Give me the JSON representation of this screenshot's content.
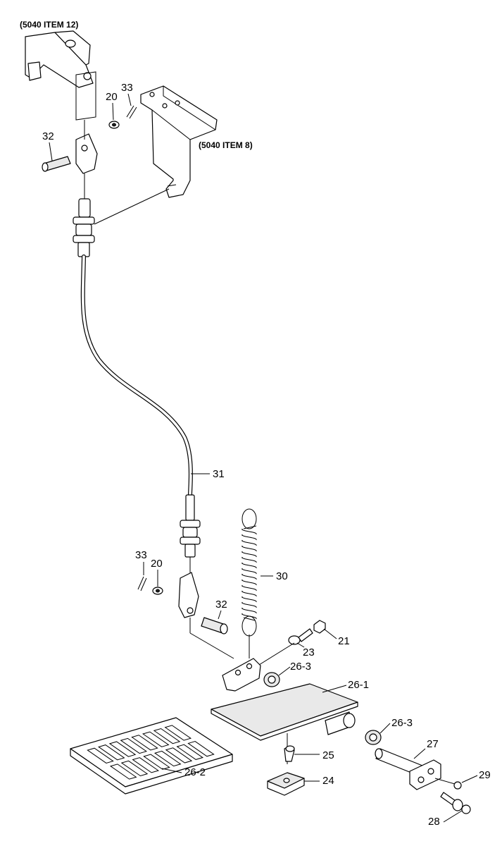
{
  "references": {
    "top_bracket": "(5040 ITEM 12)",
    "side_bracket": "(5040 ITEM 8)"
  },
  "callouts": {
    "c20_top": "20",
    "c33_top": "33",
    "c32_top": "32",
    "c31": "31",
    "c33_bottom": "33",
    "c20_bottom": "20",
    "c32_bottom": "32",
    "c30": "30",
    "c21": "21",
    "c23": "23",
    "c26_3_upper": "26-3",
    "c26_1": "26-1",
    "c26_3_lower": "26-3",
    "c27": "27",
    "c25": "25",
    "c24": "24",
    "c26_2": "26-2",
    "c29": "29",
    "c28": "28"
  }
}
